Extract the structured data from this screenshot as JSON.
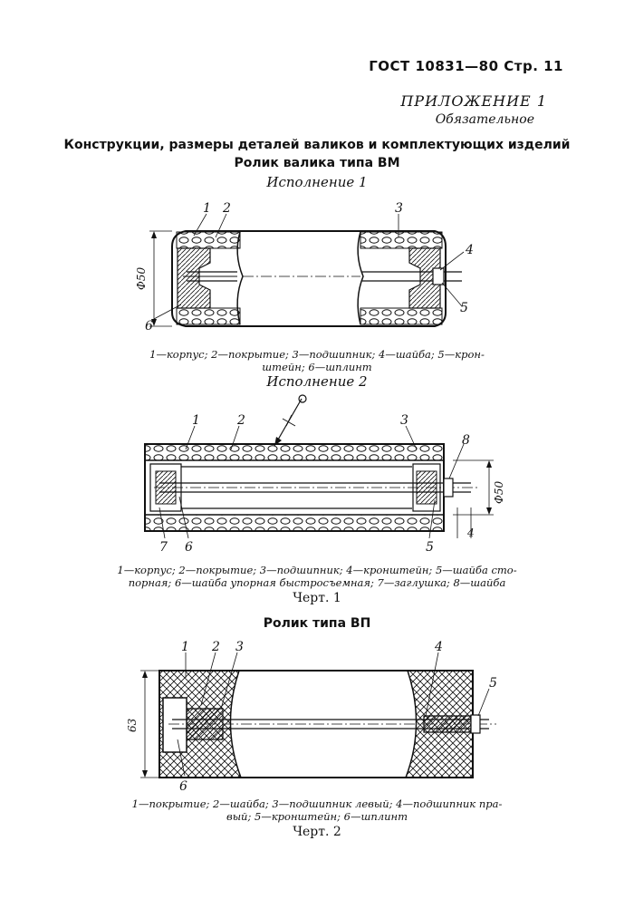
{
  "header": {
    "doc": "ГОСТ 10831—80 Стр. 11",
    "appendix": "ПРИЛОЖЕНИЕ 1",
    "appendix_note": "Обязательное"
  },
  "section": {
    "title": "Конструкции, размеры деталей валиков и комплектующих изделий",
    "subtitle": "Ролик валика типа ВМ"
  },
  "variant1": {
    "title": "Исполнение 1",
    "dimension": "Φ50",
    "callouts": [
      "1",
      "2",
      "3",
      "4",
      "5",
      "6"
    ],
    "legend_line1": "1—корпус; 2—покрытие; 3—подшипник; 4—шайба; 5—крон-",
    "legend_line2": "штейн; 6—шплинт"
  },
  "variant2": {
    "title": "Исполнение 2",
    "dimension": "Φ50",
    "dim_small": "4",
    "callouts": [
      "1",
      "2",
      "3",
      "8",
      "7",
      "6",
      "5"
    ],
    "legend_line1": "1—корпус; 2—покрытие; 3—подшипник; 4—кронштейн; 5—шайба сто-",
    "legend_line2": "порная; 6—шайба упорная быстросъемная; 7—заглушка; 8—шайба",
    "caption": "Черт. 1"
  },
  "roller_vp": {
    "title": "Ролик типа ВП",
    "dimension": "63",
    "callouts": [
      "1",
      "2",
      "3",
      "4",
      "5",
      "6"
    ],
    "legend_line1": "1—покрытие; 2—шайба; 3—подшипник левый; 4—подшипник пра-",
    "legend_line2": "вый; 5—кронштейн; 6—шплинт",
    "caption": "Черт. 2"
  }
}
